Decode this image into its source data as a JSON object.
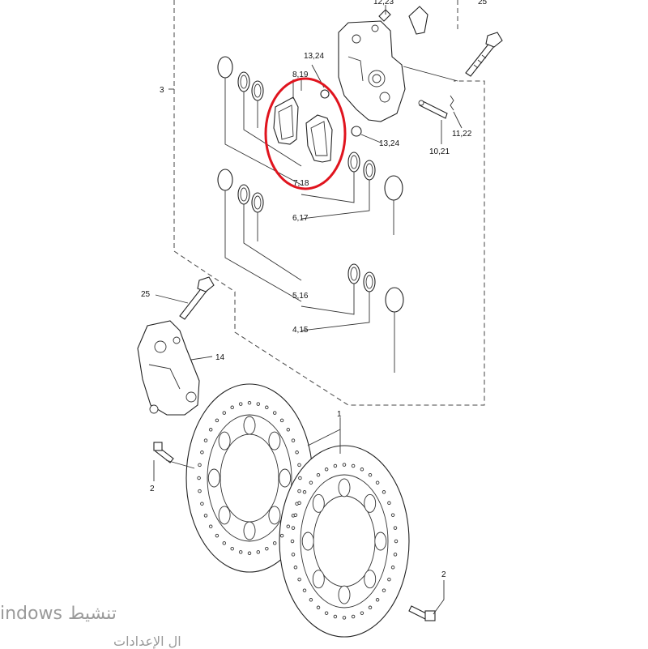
{
  "diagram": {
    "callouts": {
      "c1": "1",
      "c2a": "2",
      "c2b": "2",
      "c3": "3",
      "c4_15": "4,15",
      "c5_16": "5,16",
      "c6_17": "6,17",
      "c7_18": "7,18",
      "c8_19": "8,19",
      "c10_21": "10,21",
      "c11_22": "11,22",
      "c12_23": "12,23",
      "c13_24a": "13,24",
      "c13_24b": "13,24",
      "c14": "14",
      "c25a": "25",
      "c25b": "25"
    },
    "highlight_color": "#e0141e"
  },
  "watermark": {
    "line1": "indows تنشيط",
    "line2": "ال الإعدادات"
  }
}
